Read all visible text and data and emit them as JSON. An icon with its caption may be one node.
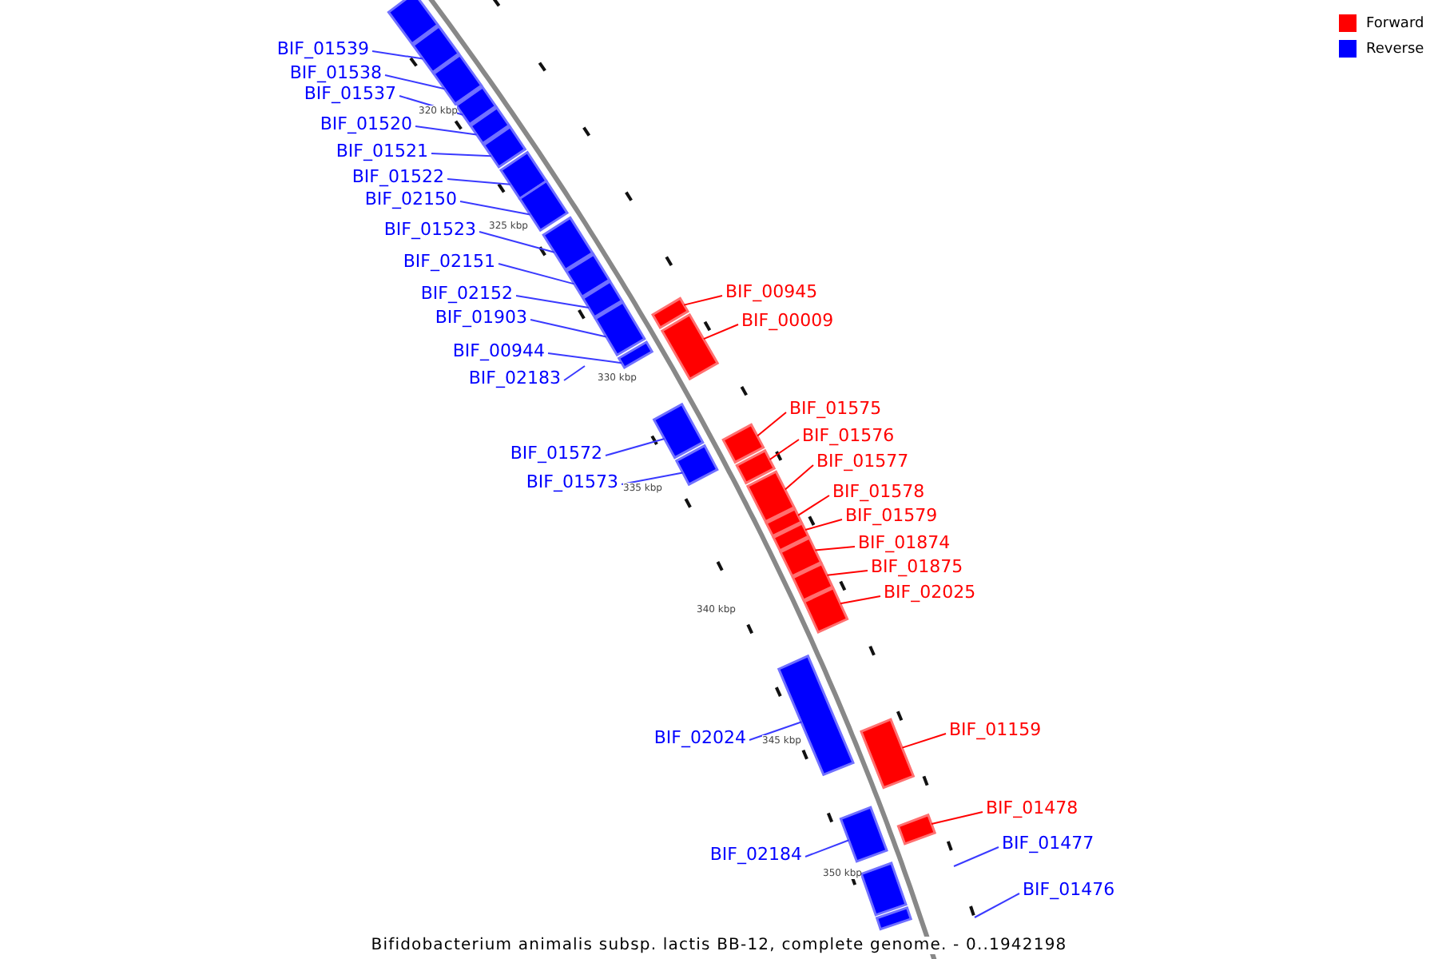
{
  "diagram": {
    "caption": "Bifidobacterium animalis subsp. lactis BB-12, complete genome. - 0..1942198",
    "nodes": [
      {
        "text": [],
        "shape": "bar"
      },
      {
        "text": [
          "BIF_01539"
        ]
      },
      {
        "text": [],
        "shape": "bar"
      },
      {
        "text": [
          "BIF_01538"
        ]
      },
      {
        "text": [],
        "shape": "bar"
      },
      {
        "text": [
          "BIF_01537"
        ]
      },
      {
        "text": [],
        "shape": "bar"
      },
      {
        "text": [
          "BIF_01520"
        ]
      },
      {
        "text": [],
        "shape": "bar"
      },
      {
        "text": [
          "BIF_01521"
        ]
      },
      {
        "text": [],
        "shape": "bar"
      },
      {
        "text": [
          "BIF_01522"
        ]
      },
      {
        "text": [],
        "shape": "bar"
      },
      {
        "text": [
          "BIF_02150"
        ]
      },
      {
        "text": [],
        "shape": "bar"
      },
      {
        "text": [
          "BIF_01523"
        ]
      },
      {
        "text": [],
        "shape": "bar"
      },
      {
        "text": [
          "BIF_02151"
        ]
      },
      {
        "text": [],
        "shape": "bar"
      },
      {
        "text": [
          "BIF_02152"
        ]
      },
      {
        "text": [],
        "shape": "bar"
      },
      {
        "text": [
          "BIF_00945"
        ]
      },
      {
        "text": [],
        "shape": "bar"
      },
      {
        "text": [
          "BIF_01903"
        ]
      },
      {
        "text": [],
        "shape": "bar"
      },
      {
        "text": [
          "BIF_00009"
        ]
      },
      {
        "text": [],
        "shape": "bar"
      },
      {
        "text": [
          "BIF_00944"
        ]
      },
      {
        "text": [],
        "shape": "bar"
      },
      {
        "text": [
          "BIF_02183"
        ]
      },
      {
        "text": [
          "BIF_01572"
        ]
      },
      {
        "text": [],
        "shape": "bar"
      },
      {
        "text": [
          "BIF_01573"
        ]
      },
      {
        "text": [],
        "shape": "bar"
      },
      {
        "text": [
          "BIF_01575"
        ]
      },
      {
        "text": [],
        "shape": "bar"
      },
      {
        "text": [
          "BIF_01576"
        ]
      },
      {
        "text": [],
        "shape": "bar"
      },
      {
        "text": [
          "BIF_01577"
        ]
      },
      {
        "text": [],
        "shape": "bar"
      },
      {
        "text": [
          "BIF_01578"
        ]
      },
      {
        "text": [],
        "shape": "bar"
      },
      {
        "text": [
          "BIF_01579"
        ]
      },
      {
        "text": [],
        "shape": "bar"
      },
      {
        "text": [
          "BIF_01874"
        ]
      },
      {
        "text": [],
        "shape": "bar"
      },
      {
        "text": [
          "BIF_01875"
        ]
      },
      {
        "text": [],
        "shape": "bar"
      },
      {
        "text": [
          "BIF_02025"
        ]
      },
      {
        "text": [],
        "shape": "bar"
      },
      {
        "text": [
          "BIF_02024"
        ]
      },
      {
        "text": [],
        "shape": "bar"
      },
      {
        "text": [
          "BIF_01159"
        ]
      },
      {
        "text": [],
        "shape": "bar"
      },
      {
        "text": [
          "BIF_01478"
        ]
      },
      {
        "text": [],
        "shape": "bar"
      },
      {
        "text": [
          "BIF_02184"
        ]
      },
      {
        "text": [],
        "shape": "bar"
      },
      {
        "text": [
          "BIF_01477"
        ]
      },
      {
        "text": [
          "BIF_01476"
        ]
      },
      {
        "text": [],
        "shape": "bar"
      },
      {
        "text": [],
        "shape": "bar"
      }
    ],
    "edges": [
      {
        "from": 1,
        "to": 2,
        "arrow": "none"
      },
      {
        "from": 3,
        "to": 4,
        "arrow": "none"
      },
      {
        "from": 5,
        "to": 6,
        "arrow": "none"
      },
      {
        "from": 7,
        "to": 8,
        "arrow": "none"
      },
      {
        "from": 9,
        "to": 10,
        "arrow": "none"
      },
      {
        "from": 11,
        "to": 12,
        "arrow": "none"
      },
      {
        "from": 13,
        "to": 14,
        "arrow": "none"
      },
      {
        "from": 15,
        "to": 16,
        "arrow": "none"
      },
      {
        "from": 17,
        "to": 18,
        "arrow": "none"
      },
      {
        "from": 19,
        "to": 20,
        "arrow": "none"
      },
      {
        "from": 21,
        "to": 22,
        "arrow": "none",
        "color": "#ff0000"
      },
      {
        "from": 23,
        "to": 24,
        "arrow": "none"
      },
      {
        "from": 25,
        "to": 26,
        "arrow": "none",
        "color": "#ff0000"
      },
      {
        "from": 27,
        "to": 28,
        "arrow": "none"
      },
      {
        "from": 29,
        "to": null,
        "arrow": "none"
      },
      {
        "from": 30,
        "to": 31,
        "arrow": "none"
      },
      {
        "from": 32,
        "to": 33,
        "arrow": "none"
      },
      {
        "from": 34,
        "to": 35,
        "arrow": "none",
        "color": "#ff0000"
      },
      {
        "from": 36,
        "to": 37,
        "arrow": "none",
        "color": "#ff0000"
      },
      {
        "from": 38,
        "to": 39,
        "arrow": "none",
        "color": "#ff0000"
      },
      {
        "from": 40,
        "to": 41,
        "arrow": "none",
        "color": "#ff0000"
      },
      {
        "from": 42,
        "to": 43,
        "arrow": "none",
        "color": "#ff0000"
      },
      {
        "from": 44,
        "to": 45,
        "arrow": "none",
        "color": "#ff0000"
      },
      {
        "from": 46,
        "to": 47,
        "arrow": "none",
        "color": "#ff0000"
      },
      {
        "from": 48,
        "to": 49,
        "arrow": "none",
        "color": "#ff0000"
      },
      {
        "from": 50,
        "to": 51,
        "arrow": "none"
      },
      {
        "from": 52,
        "to": 53,
        "arrow": "none",
        "color": "#ff0000"
      },
      {
        "from": 54,
        "to": 55,
        "arrow": "none",
        "color": "#ff0000"
      },
      {
        "from": 56,
        "to": 57,
        "arrow": "none"
      },
      {
        "from": 58,
        "to": null,
        "arrow": "none"
      },
      {
        "from": 59,
        "to": null,
        "arrow": "none"
      }
    ],
    "labels": [
      "320 kbp",
      "325 kbp",
      "330 kbp",
      "335 kbp",
      "340 kbp",
      "345 kbp",
      "350 kbp"
    ],
    "legend": [
      {
        "text": "Forward",
        "color": "#ff0000"
      },
      {
        "text": "Reverse",
        "color": "#0000ff"
      }
    ]
  }
}
